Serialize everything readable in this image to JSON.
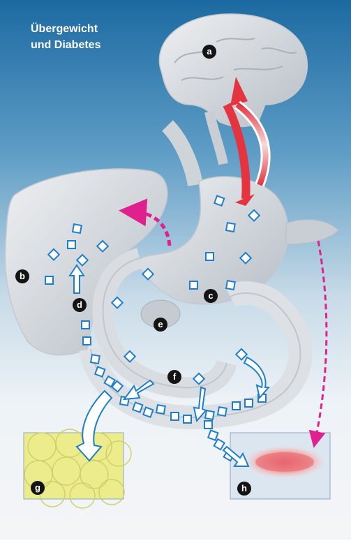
{
  "title": {
    "line1": "Übergewicht",
    "line2": "und Diabetes"
  },
  "labels": {
    "a": "a",
    "b": "b",
    "c": "c",
    "d": "d",
    "e": "e",
    "f": "f",
    "g": "g",
    "h": "h"
  },
  "colors": {
    "sky_top": "#1d6fa6",
    "sky_bottom": "#e6eef4",
    "organ_fill": "#d8dde2",
    "glucose_stroke": "#1f7fc6",
    "pink_arrow": "#e0208e",
    "red_arrow": "#e23a47",
    "fat_cells": "#e6e680",
    "muscle": "#e2737a"
  }
}
